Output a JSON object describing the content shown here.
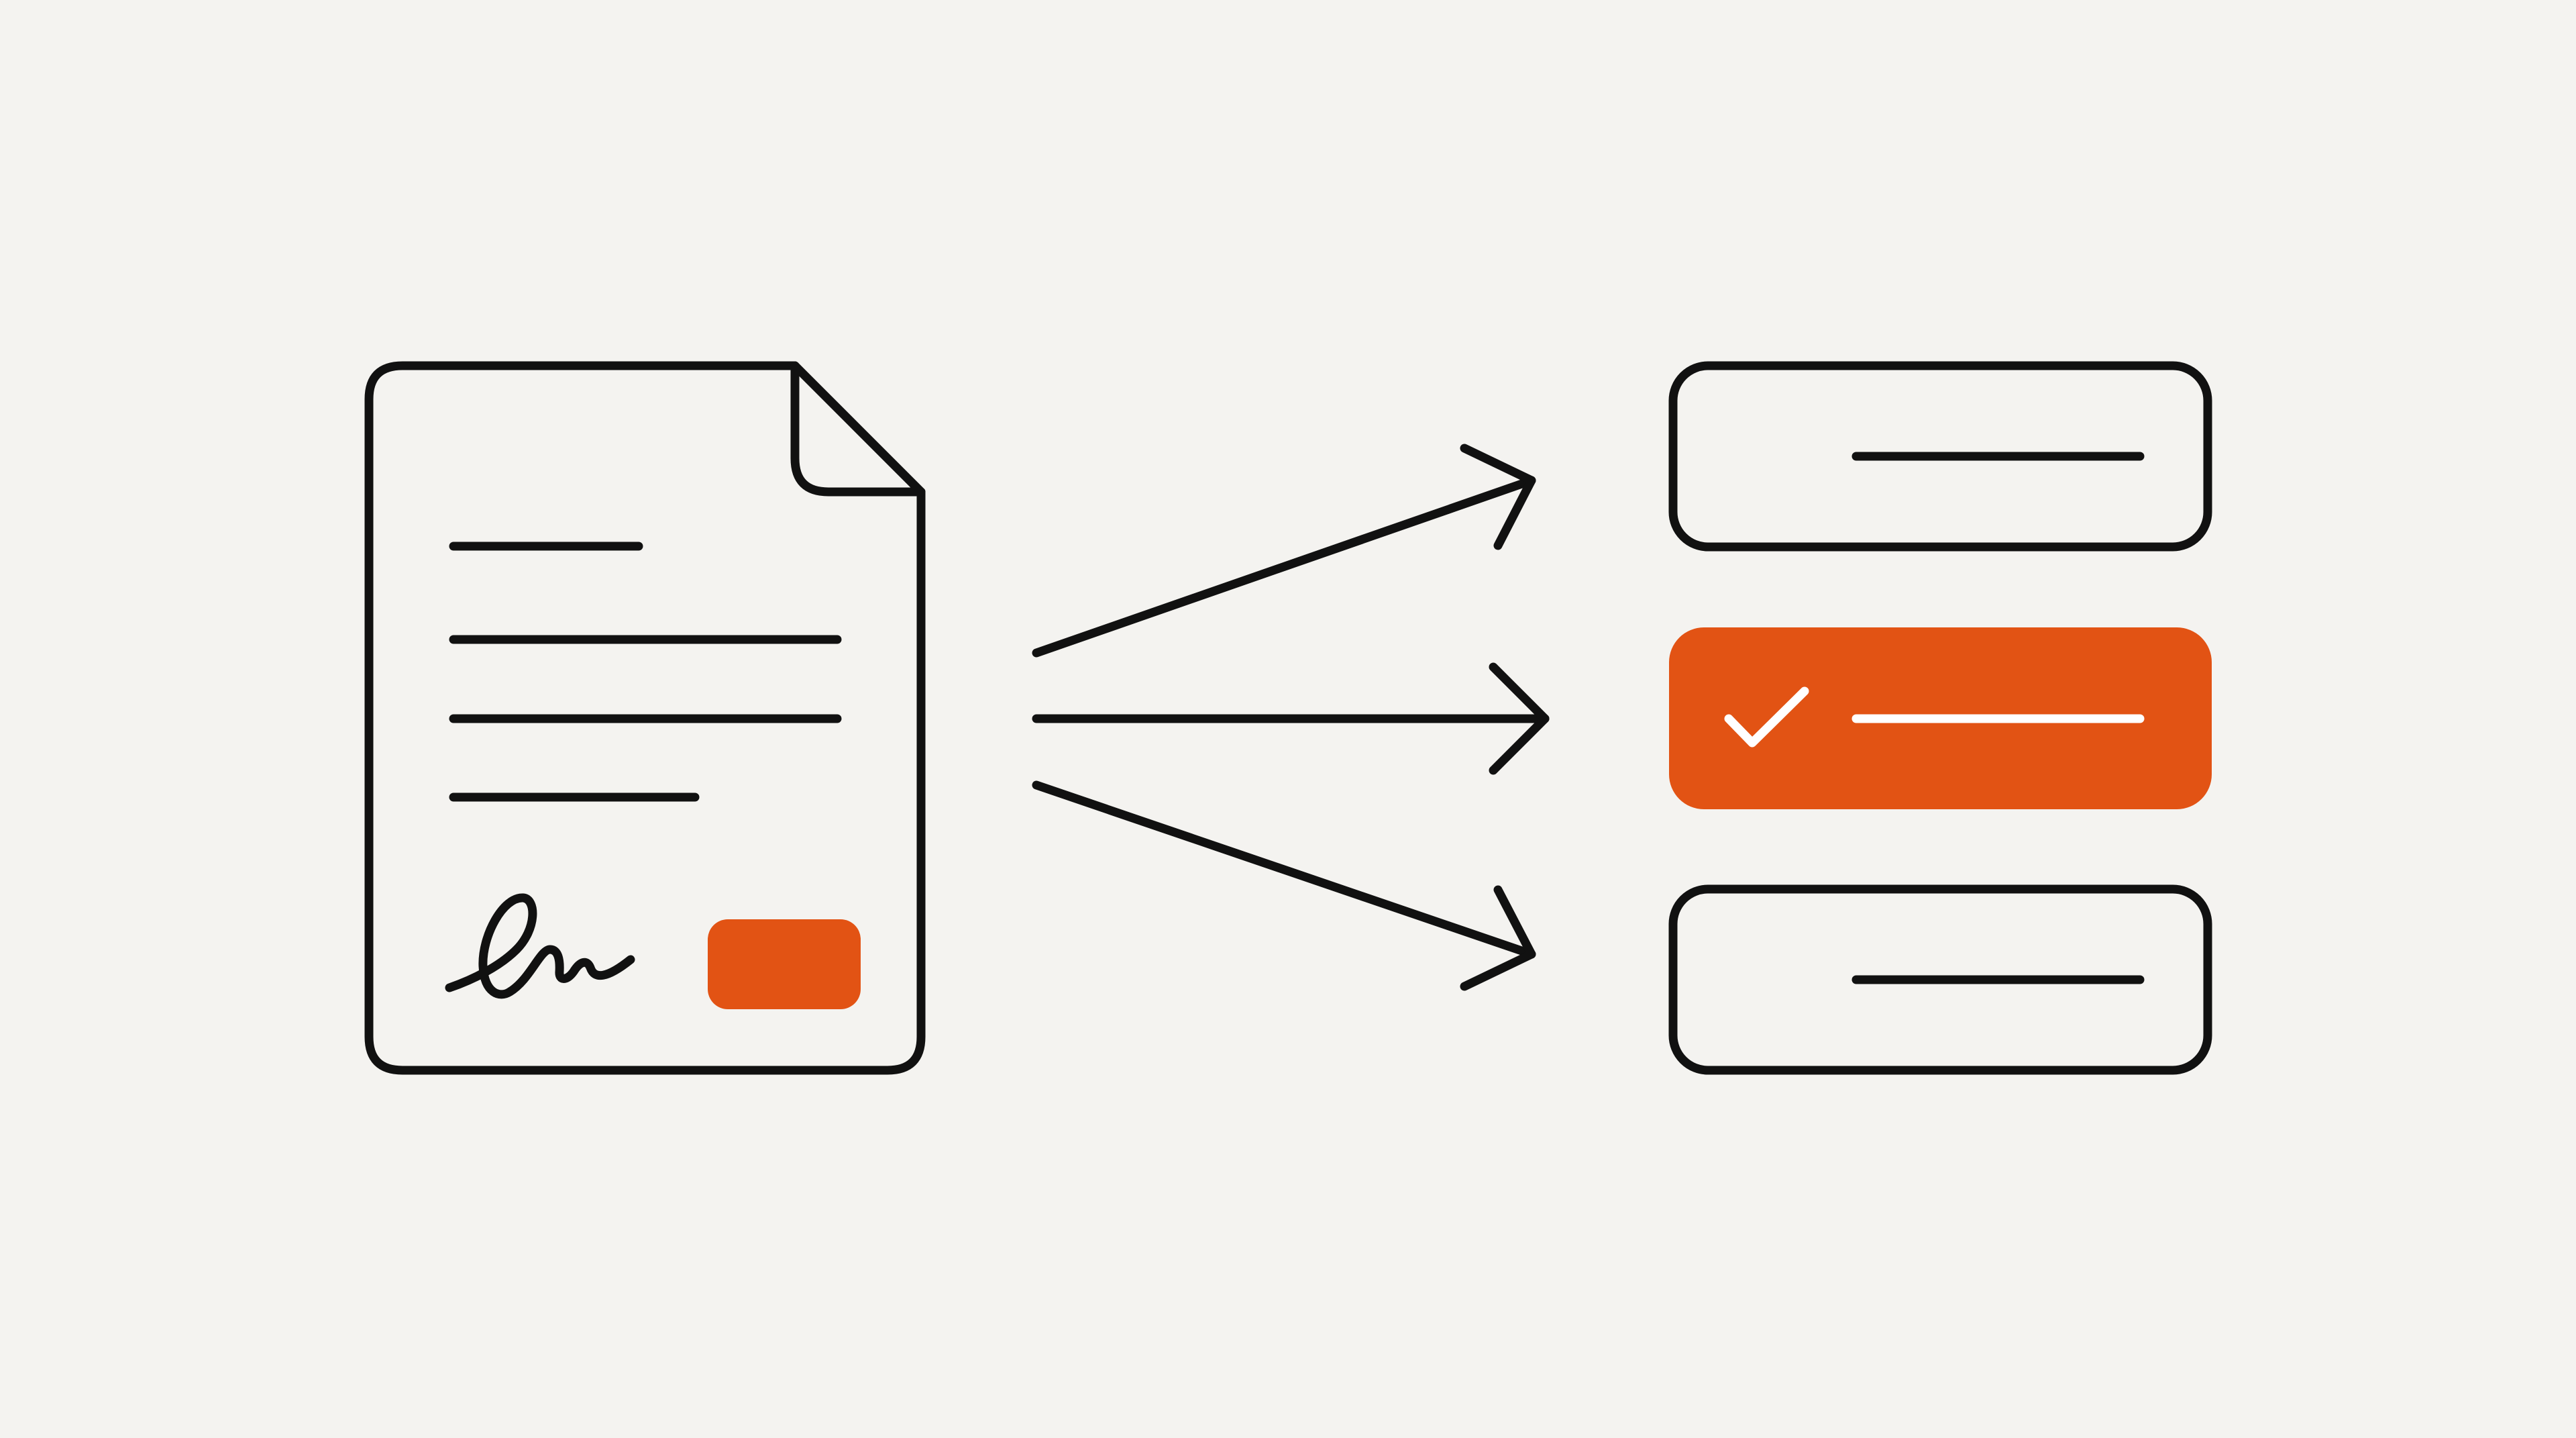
{
  "canvas": {
    "background": "#f4f3f0"
  },
  "colors": {
    "stroke": "#111111",
    "accent": "#e25314",
    "accent_mark": "#ffffff"
  },
  "document": {
    "icon": "document-icon",
    "text_line_count": 4,
    "signature_icon": "signature-icon",
    "stamp_icon": "stamp-icon"
  },
  "arrows": {
    "icon": "arrow-icon",
    "count": 3
  },
  "options": {
    "count": 3,
    "selected_index": 1,
    "selected_icon": "check-icon"
  }
}
